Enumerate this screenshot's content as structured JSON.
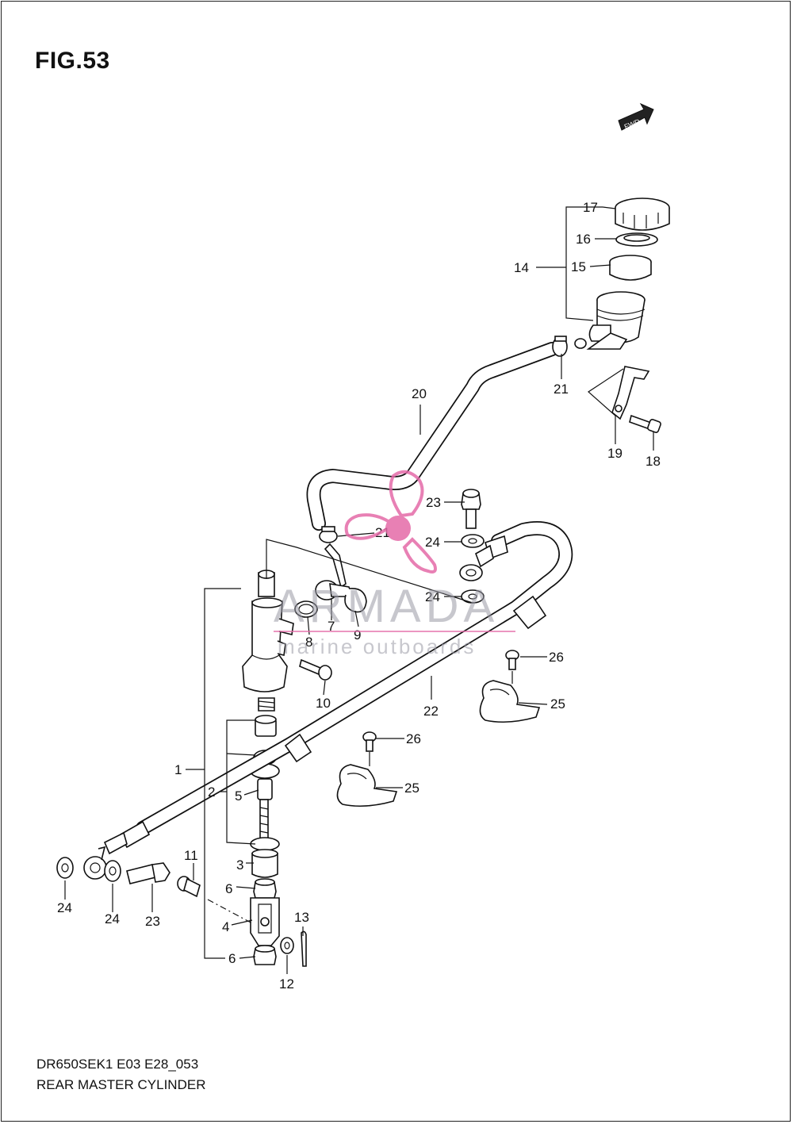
{
  "figure": {
    "title": "FIG.53"
  },
  "direction_badge": "FWD",
  "footer": {
    "code": "DR650SEK1 E03 E28_053",
    "title": "REAR MASTER CYLINDER"
  },
  "watermark": {
    "brand": "ARMADA",
    "tagline": "marine outboards",
    "color": "#e46aa8"
  },
  "callouts": {
    "c17": "17",
    "c16": "16",
    "c15": "15",
    "c14": "14",
    "c21a": "21",
    "c20": "20",
    "c19": "19",
    "c18": "18",
    "c23a": "23",
    "c21b": "21",
    "c24a": "24",
    "c24b": "24",
    "c7": "7",
    "c8": "8",
    "c9": "9",
    "c10": "10",
    "c26a": "26",
    "c25a": "25",
    "c22": "22",
    "c26b": "26",
    "c25b": "25",
    "c1": "1",
    "c2": "2",
    "c5": "5",
    "c3": "3",
    "c11": "11",
    "c6a": "6",
    "c4": "4",
    "c13": "13",
    "c6b": "6",
    "c12": "12",
    "c24c": "24",
    "c24d": "24",
    "c23b": "23"
  }
}
